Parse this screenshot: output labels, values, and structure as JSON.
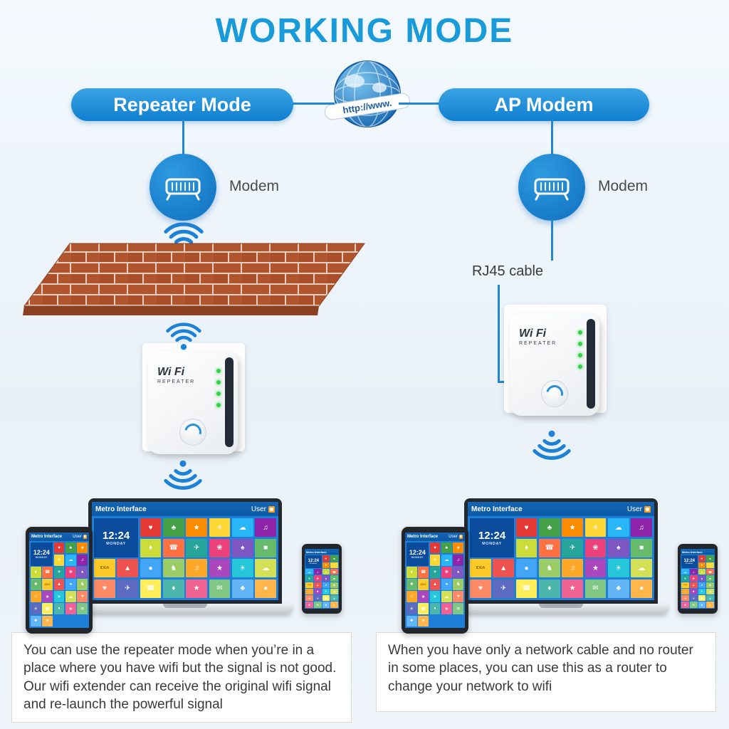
{
  "title": "WORKING MODE",
  "globe": {
    "banner": "http://www."
  },
  "left_mode": {
    "label": "Repeater Mode",
    "modem_label": "Modem",
    "description": "You can use the repeater mode when you’re in a place where you have wifi but the signal is not good. Our wifi extender can receive the original wifi signal and re-launch the powerful signal"
  },
  "right_mode": {
    "label": "AP Modem",
    "modem_label": "Modem",
    "cable_label": "RJ45 cable",
    "description": "When you have only a network cable and no router in some places, you can use this as a router to change your network to wifi"
  },
  "repeater": {
    "brand": "Wi Fi",
    "brand_sub": "REPEATER"
  },
  "device_screen": {
    "header": "Metro Interface",
    "user_label": "User",
    "clock_time": "12:24",
    "clock_day": "MONDAY",
    "tiles": [
      {
        "c": "#e53935",
        "g": "♥"
      },
      {
        "c": "#43a047",
        "g": "♣"
      },
      {
        "c": "#fb8c00",
        "g": "★"
      },
      {
        "c": "#fdd835",
        "g": "☀"
      },
      {
        "c": "#29b6f6",
        "g": "☁"
      },
      {
        "c": "#8e24aa",
        "g": "♫"
      },
      {
        "c": "#cddc39",
        "g": "♦"
      },
      {
        "c": "#ff7043",
        "g": "☎"
      },
      {
        "c": "#26a69a",
        "g": "✈"
      },
      {
        "c": "#ec407a",
        "g": "❀"
      },
      {
        "c": "#7e57c2",
        "g": "♠"
      },
      {
        "c": "#66bb6a",
        "g": "■"
      },
      {
        "c": "#ffca28",
        "g": "IDEA",
        "fg": "#5d4300"
      },
      {
        "c": "#ef5350",
        "g": "▲"
      },
      {
        "c": "#42a5f5",
        "g": "●"
      },
      {
        "c": "#9ccc65",
        "g": "♞"
      },
      {
        "c": "#ffa726",
        "g": "♫"
      },
      {
        "c": "#ab47bc",
        "g": "★"
      },
      {
        "c": "#26c6da",
        "g": "☀"
      },
      {
        "c": "#d4e157",
        "g": "☁"
      },
      {
        "c": "#ff8a65",
        "g": "♥"
      },
      {
        "c": "#5c6bc0",
        "g": "✈"
      },
      {
        "c": "#ffee58",
        "g": "☎"
      },
      {
        "c": "#4db6ac",
        "g": "♦"
      },
      {
        "c": "#f06292",
        "g": "★"
      },
      {
        "c": "#81c784",
        "g": "✉"
      },
      {
        "c": "#64b5f6",
        "g": "♣"
      },
      {
        "c": "#ffb74d",
        "g": "●"
      }
    ]
  },
  "colors": {
    "title_blue": "#189bd8",
    "accent_blue": "#1d82d6",
    "brick": "#b1552e",
    "led_green": "#35d245",
    "screen_blue": "#1e7fd8"
  }
}
